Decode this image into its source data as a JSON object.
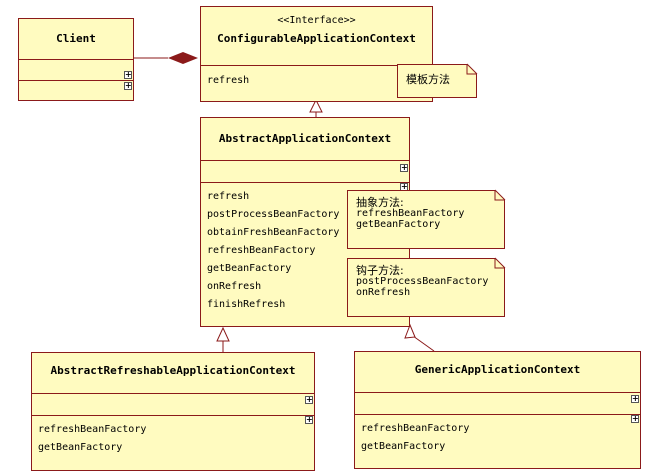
{
  "client": {
    "name": "Client"
  },
  "configurable": {
    "stereotype": "<<Interface>>",
    "name": "ConfigurableApplicationContext",
    "ops": [
      "refresh"
    ]
  },
  "abstract_ctx": {
    "name": "AbstractApplicationContext",
    "ops": [
      "refresh",
      "postProcessBeanFactory",
      "obtainFreshBeanFactory",
      "refreshBeanFactory",
      "getBeanFactory",
      "onRefresh",
      "finishRefresh"
    ]
  },
  "refreshable": {
    "name": "AbstractRefreshableApplicationContext",
    "ops": [
      "refreshBeanFactory",
      "getBeanFactory"
    ]
  },
  "generic": {
    "name": "GenericApplicationContext",
    "ops": [
      "refreshBeanFactory",
      "getBeanFactory"
    ]
  },
  "notes": {
    "template": "模板方法",
    "abstract_title": "抽象方法:",
    "abstract_lines": [
      "refreshBeanFactory",
      "getBeanFactory"
    ],
    "hook_title": "钩子方法:",
    "hook_lines": [
      "postProcessBeanFactory",
      "onRefresh"
    ]
  },
  "colors": {
    "fill": "#fffbc0",
    "border": "#8b1a1a"
  }
}
